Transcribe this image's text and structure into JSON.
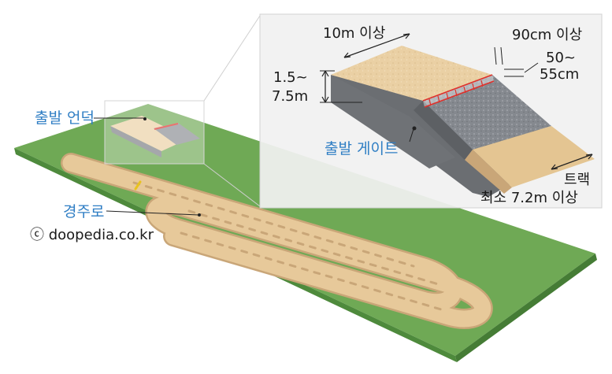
{
  "labels": {
    "start_hill": "출발 언덕",
    "race_track": "경주로",
    "credit": "ⓒ doopedia.co.kr",
    "start_gate": "출발 게이트",
    "hill_length": "10m 이상",
    "gate_width": "90cm 이상",
    "gate_height_a": "50~",
    "gate_height_b": "55cm",
    "hill_height_a": "1.5~",
    "hill_height_b": "7.5m",
    "track_width_a": "트랙",
    "track_width_b": "최소 7.2m 이상"
  },
  "colors": {
    "grass": "#6fa955",
    "grass_dark": "#4e8a3c",
    "dirt": "#e7c99a",
    "dirt_shadow": "#c9a678",
    "asphalt": "#8a8d92",
    "label_blue": "#2f7ec4",
    "gate_red": "#e0312b"
  }
}
